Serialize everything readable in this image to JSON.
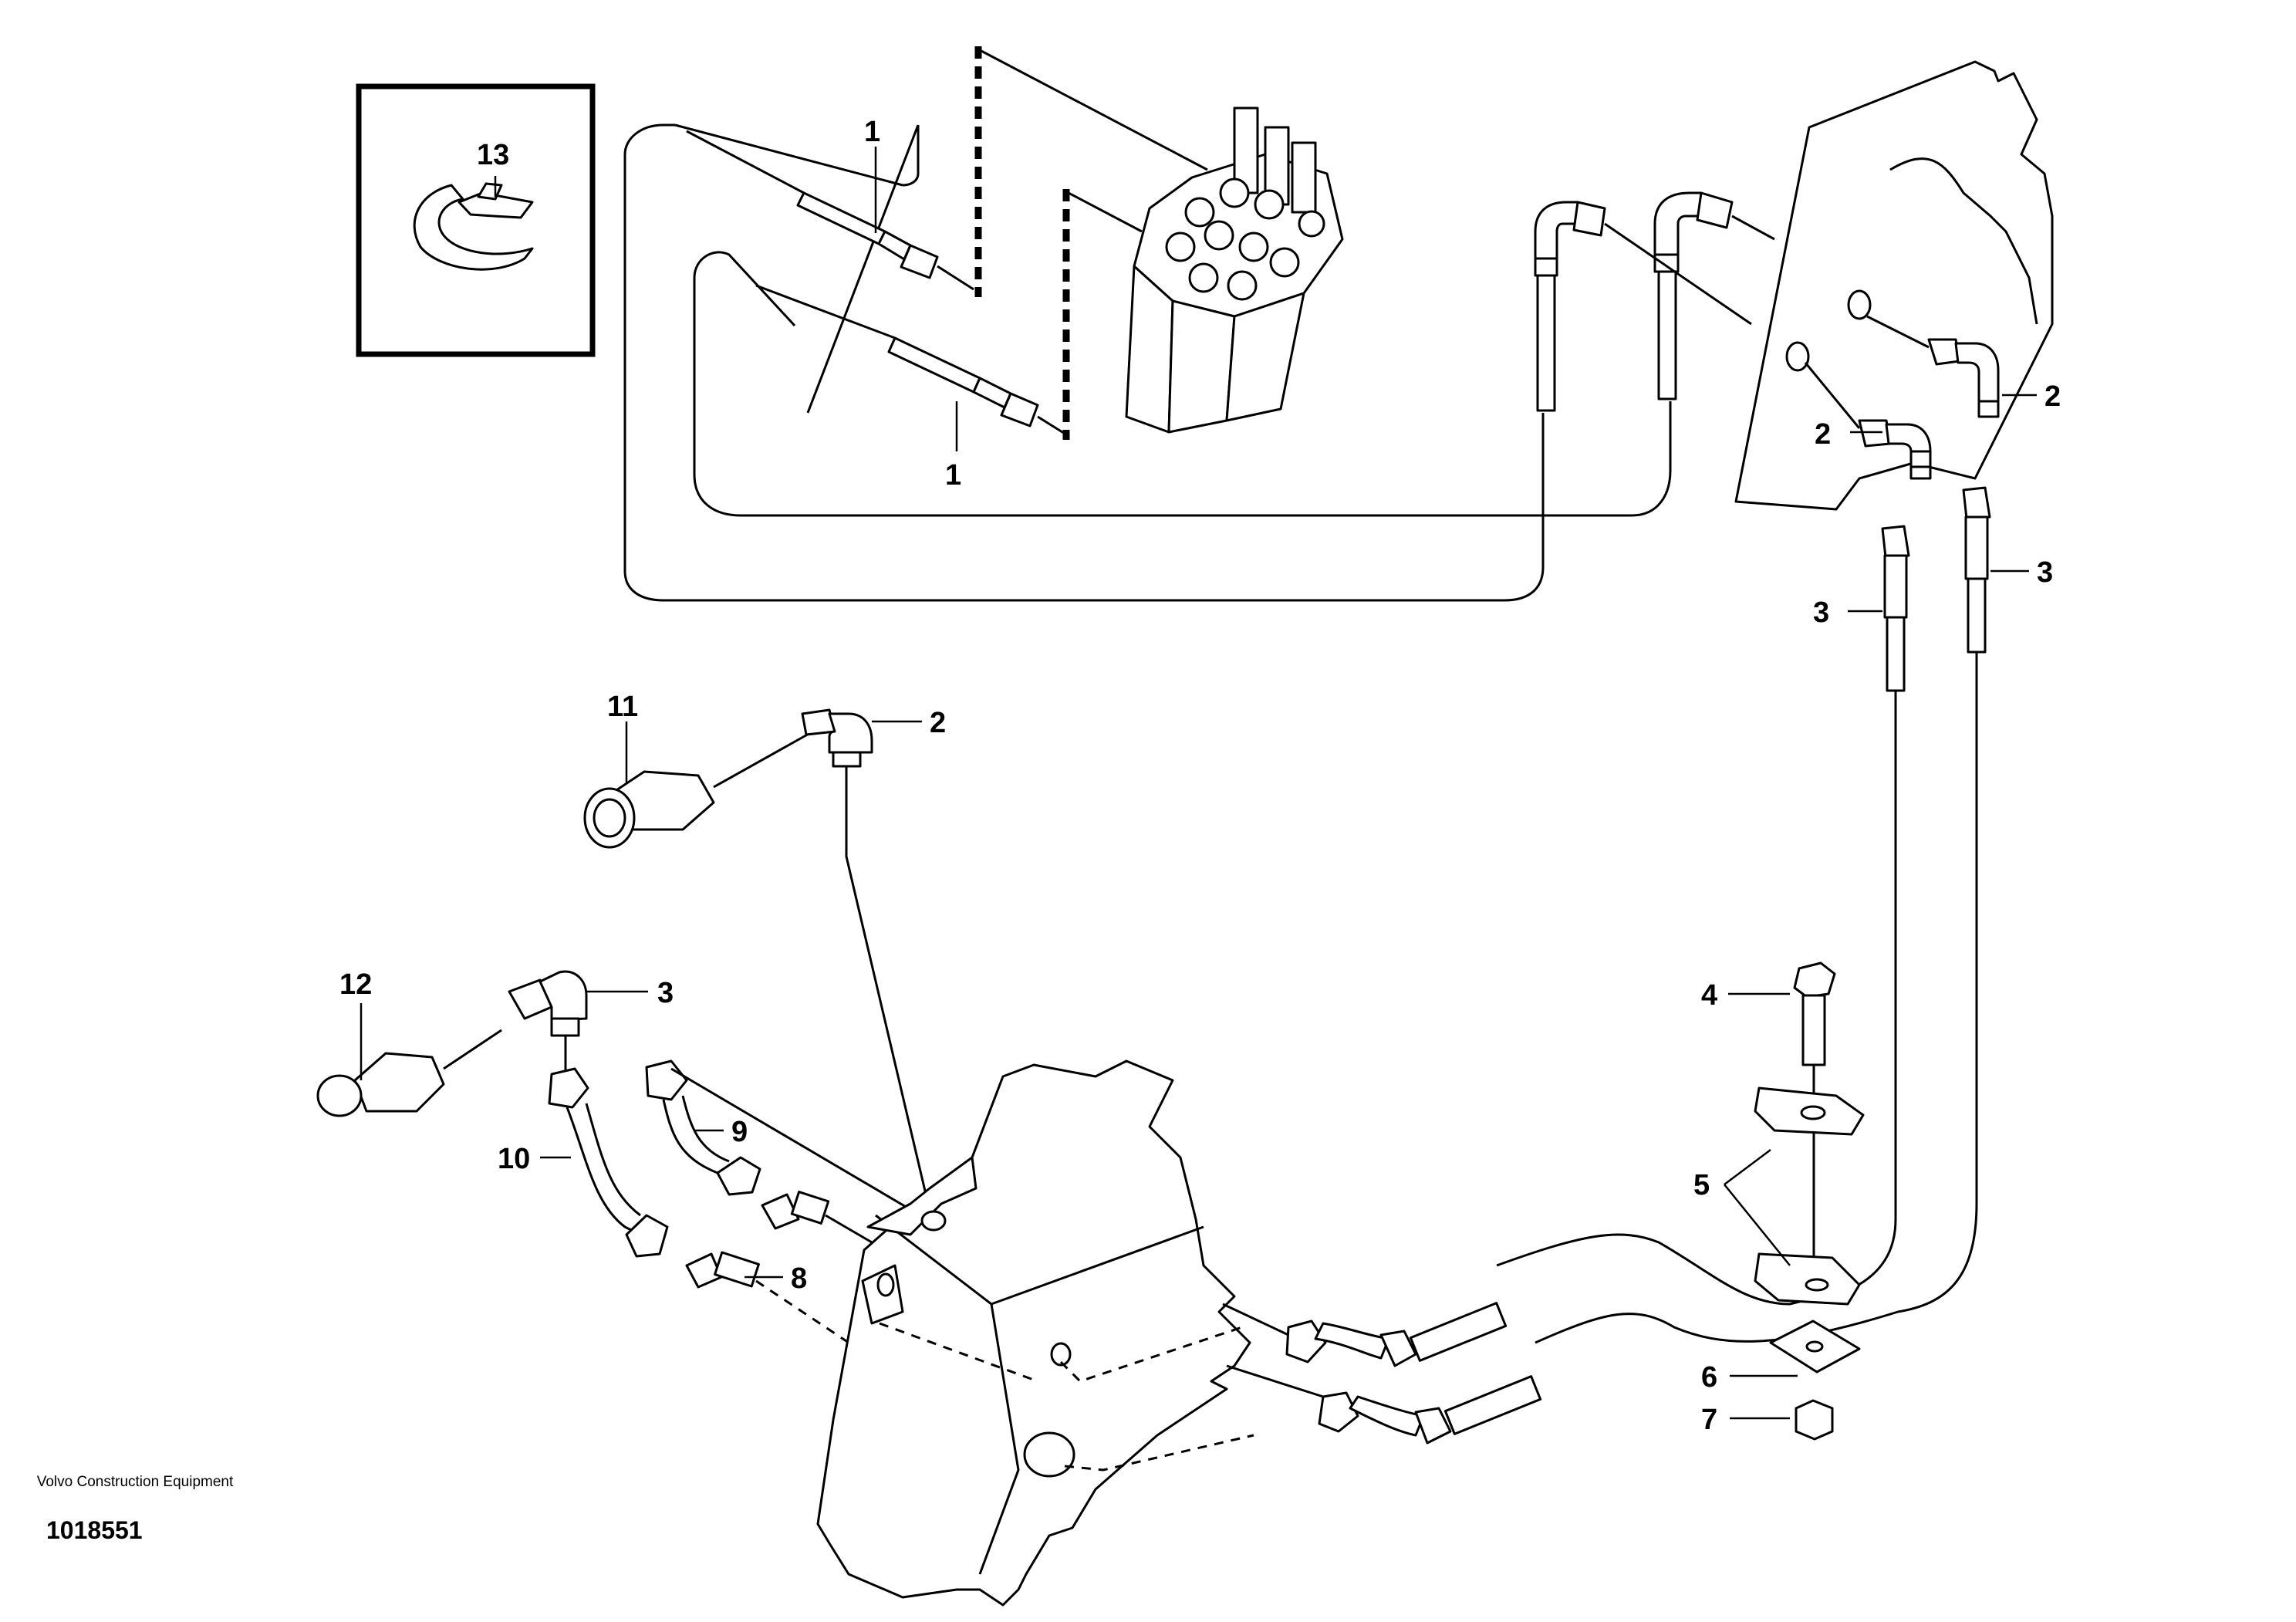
{
  "callouts": {
    "c1a": "1",
    "c1b": "1",
    "c2a": "2",
    "c2b": "2",
    "c2c": "2",
    "c3a": "3",
    "c3b": "3",
    "c3c": "3",
    "c4": "4",
    "c5": "5",
    "c6": "6",
    "c7": "7",
    "c8": "8",
    "c9": "9",
    "c10": "10",
    "c11": "11",
    "c12": "12",
    "c13": "13"
  },
  "footer": {
    "brand": "Volvo Construction Equipment",
    "document_number": "1018551"
  }
}
